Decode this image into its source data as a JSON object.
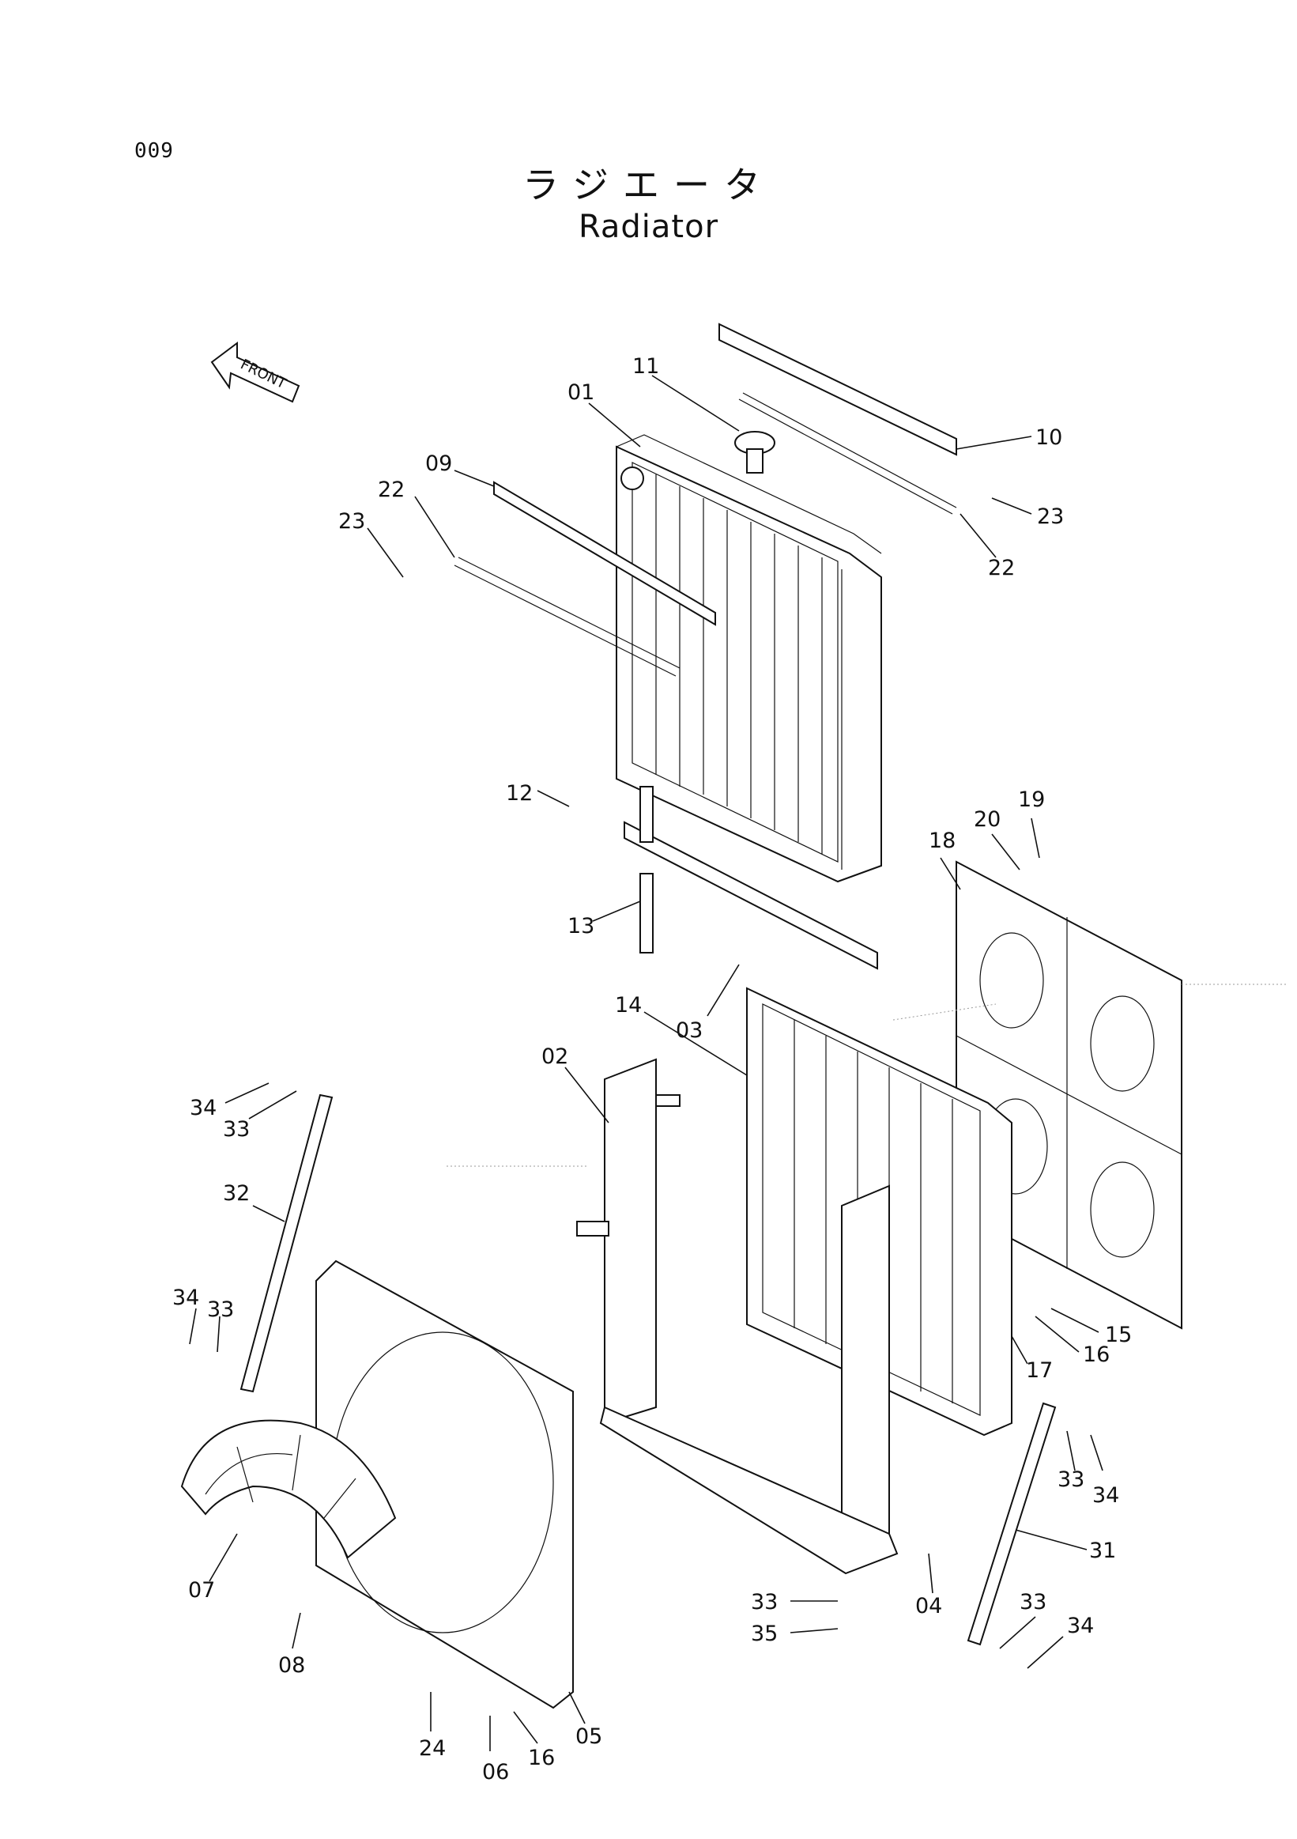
{
  "page_number": "009",
  "title_jp": "ラジエータ",
  "title_en": "Radiator",
  "front_label": "FRONT",
  "callouts": [
    "01",
    "11",
    "10",
    "09",
    "22",
    "23",
    "23",
    "22",
    "12",
    "19",
    "20",
    "18",
    "13",
    "03",
    "14",
    "02",
    "34",
    "33",
    "32",
    "34",
    "33",
    "15",
    "16",
    "17",
    "33",
    "34",
    "31",
    "07",
    "04",
    "33",
    "35",
    "33",
    "34",
    "08",
    "24",
    "06",
    "16",
    "05"
  ],
  "icons": {
    "front_arrow": "front-arrow-icon"
  }
}
